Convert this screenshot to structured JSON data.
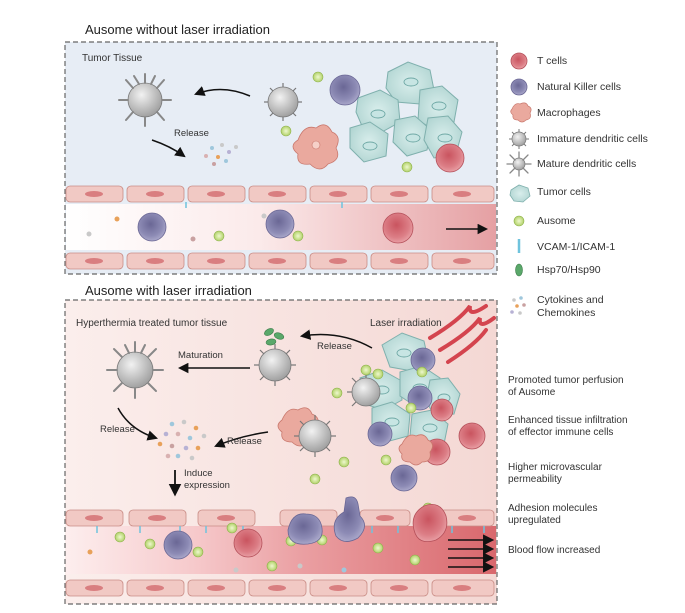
{
  "panel_top": {
    "title": "Ausome without laser irradiation",
    "region_label": "Tumor Tissue",
    "release_label": "Release"
  },
  "panel_bottom": {
    "title": "Ausome with laser irradiation",
    "region_label": "Hyperthermia treated tumor tissue",
    "laser_label": "Laser irradiation",
    "release_hsp_label": "Release",
    "maturation_label": "Maturation",
    "release_left_label": "Release",
    "release_right_label": "Release",
    "induce_label_1": "Induce",
    "induce_label_2": "expression"
  },
  "legend": [
    {
      "icon": "t-cell-icon",
      "label": "T cells",
      "color": "#d9747e"
    },
    {
      "icon": "nk-cell-icon",
      "label": "Natural Killer cells",
      "color": "#7c7aa6"
    },
    {
      "icon": "macrophage-icon",
      "label": "Macrophages",
      "color": "#e8a49a"
    },
    {
      "icon": "immature-dc-icon",
      "label": "Immature dendritic cells",
      "color": "#9a9a9a"
    },
    {
      "icon": "mature-dc-icon",
      "label": "Mature dendritic cells",
      "color": "#b0b0b0"
    },
    {
      "icon": "tumor-cell-icon",
      "label": "Tumor cells",
      "color": "#bfe0de"
    },
    {
      "icon": "ausome-icon",
      "label": "Ausome",
      "color": "#c6e08a"
    },
    {
      "icon": "vcam-icam-icon",
      "label": "VCAM-1/ICAM-1",
      "color": "#6fc3dd"
    },
    {
      "icon": "hsp-icon",
      "label": "Hsp70/Hsp90",
      "color": "#4a9a5a"
    },
    {
      "icon": "cytokine-icon",
      "label_1": "Cytokines and",
      "label_2": "Chemokines",
      "color": "#c9a1a1"
    }
  ],
  "effects": [
    {
      "line1": "Promoted tumor perfusion",
      "line2": "of Ausome"
    },
    {
      "line1": "Enhanced tissue infiltration",
      "line2": "of effector immune cells"
    },
    {
      "line1": "Higher microvascular",
      "line2": "permeability"
    },
    {
      "line1": "Adhesion molecules",
      "line2": "upregulated"
    },
    {
      "line1": "Blood flow increased",
      "line2": ""
    }
  ],
  "colors": {
    "top_panel_bg": "#e6ecf4",
    "bottom_panel_bg": "#f7e6e4",
    "vessel_wall": "#f1c9c4",
    "vessel_blood": "#e39a9c",
    "endothelial_nucleus": "#d97e80"
  }
}
